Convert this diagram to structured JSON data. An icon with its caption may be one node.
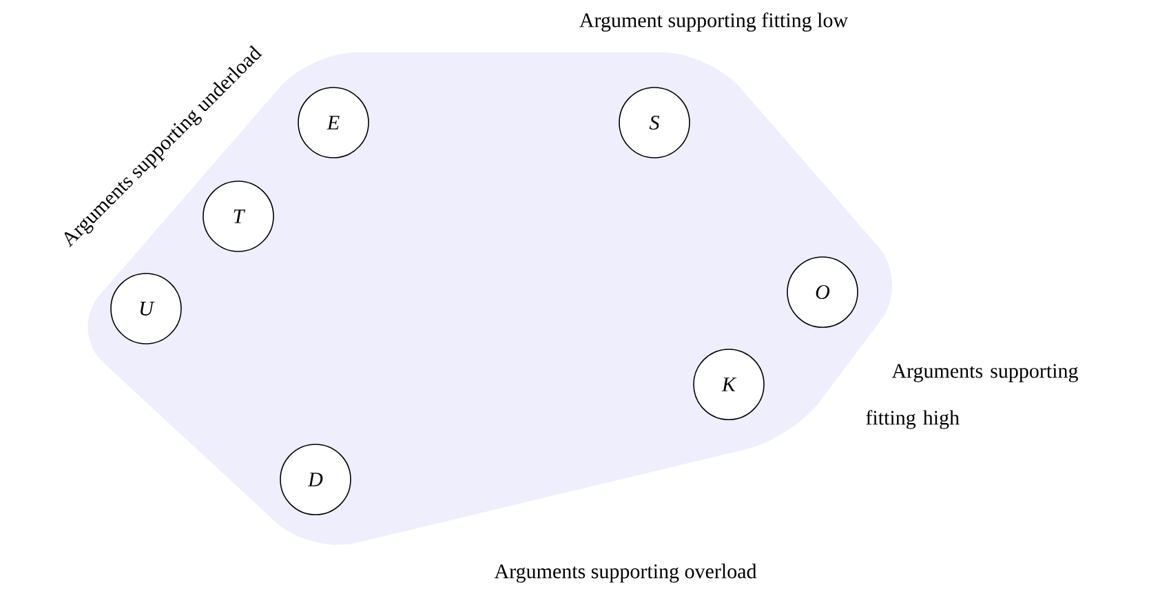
{
  "diagram": {
    "nodes": [
      {
        "text": [],
        "shape": "polygon"
      },
      {
        "text": [
          "E"
        ],
        "in": 0
      },
      {
        "text": [
          "S"
        ],
        "in": 0
      },
      {
        "text": [
          "T"
        ],
        "in": 0
      },
      {
        "text": [
          "U"
        ],
        "in": 0
      },
      {
        "text": [
          "O"
        ],
        "in": 0
      },
      {
        "text": [
          "K"
        ],
        "in": 0
      },
      {
        "text": [
          "D"
        ],
        "in": 0
      }
    ],
    "labels": [
      "Argument supporting fitting low",
      "Arguments supporting underload",
      "Arguments supporting fitting high",
      "Arguments supporting overload"
    ]
  }
}
